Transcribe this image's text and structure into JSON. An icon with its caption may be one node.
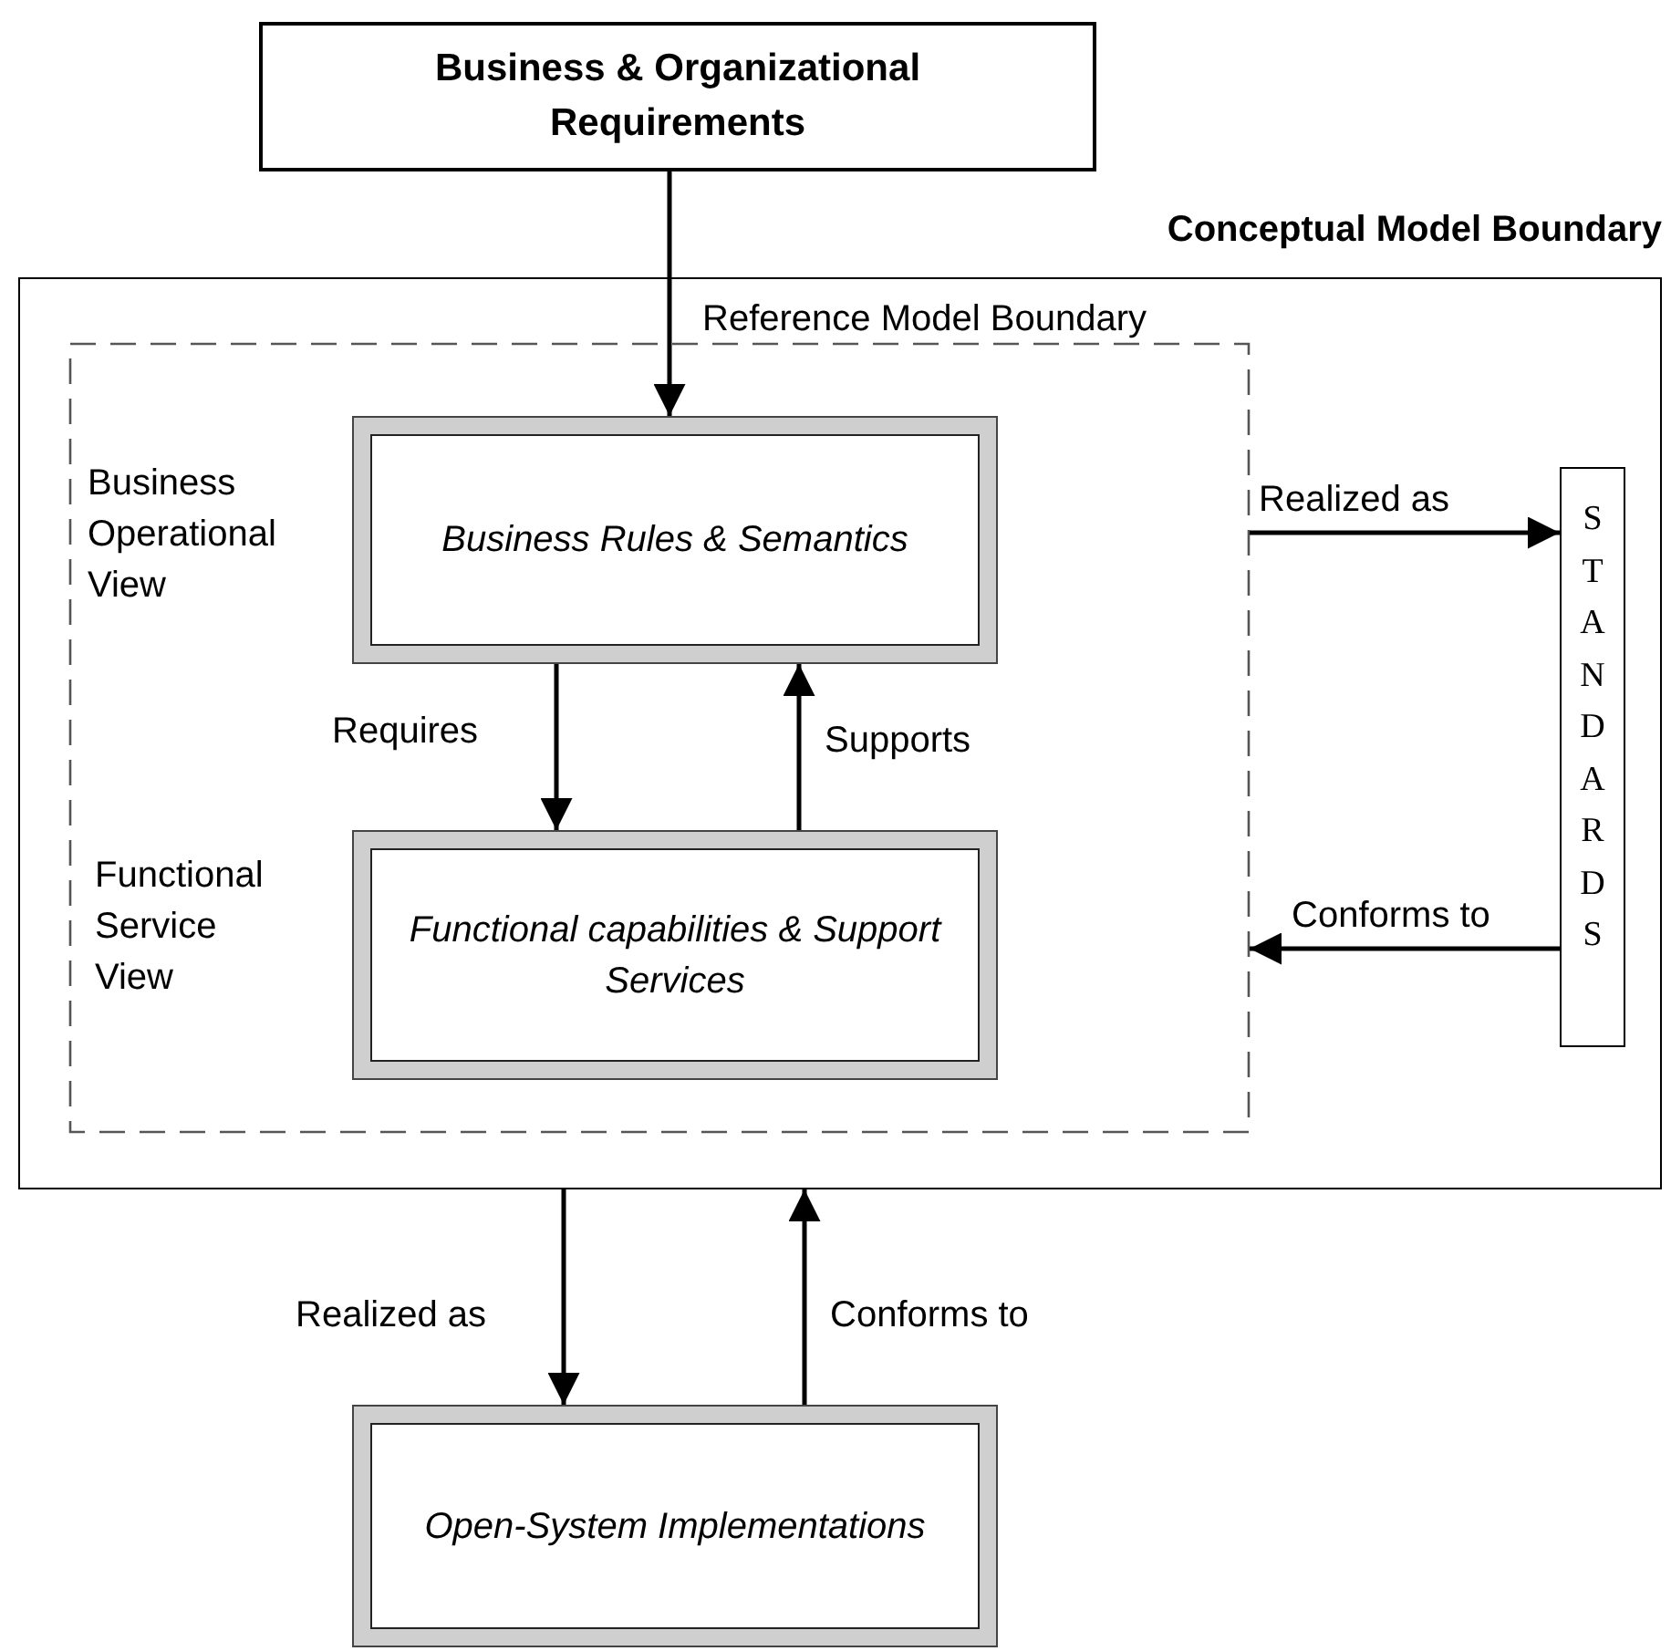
{
  "diagram": {
    "nodes": [
      {
        "text": [
          "Business & Organizational Requirements"
        ]
      },
      {
        "text": [
          "Conceptual Model Boundary"
        ]
      },
      {
        "text": [
          "Reference Model Boundary"
        ],
        "in": 1
      },
      {
        "text": [
          "Business Rules & Semantics"
        ],
        "in": 2
      },
      {
        "text": [
          "Functional capabilities & Support Services"
        ],
        "in": 2
      },
      {
        "text": [
          "STANDARDS"
        ],
        "in": 1
      },
      {
        "text": [
          "Open-System Implementations"
        ]
      }
    ],
    "edges": [
      {
        "from": 0,
        "to": 3,
        "arrow": "to"
      },
      {
        "from": 3,
        "to": 4,
        "arrow": "to",
        "label": "Requires"
      },
      {
        "from": 4,
        "to": 3,
        "arrow": "to",
        "label": "Supports"
      },
      {
        "from": 2,
        "to": 5,
        "arrow": "to",
        "label": "Realized as"
      },
      {
        "from": 5,
        "to": 2,
        "arrow": "to",
        "label": "Conforms to"
      },
      {
        "from": 1,
        "to": 6,
        "arrow": "to",
        "label": "Realized as"
      },
      {
        "from": 6,
        "to": 1,
        "arrow": "to",
        "label": "Conforms to"
      }
    ],
    "labels": [
      "Business Operational View",
      "Functional Service View"
    ]
  }
}
